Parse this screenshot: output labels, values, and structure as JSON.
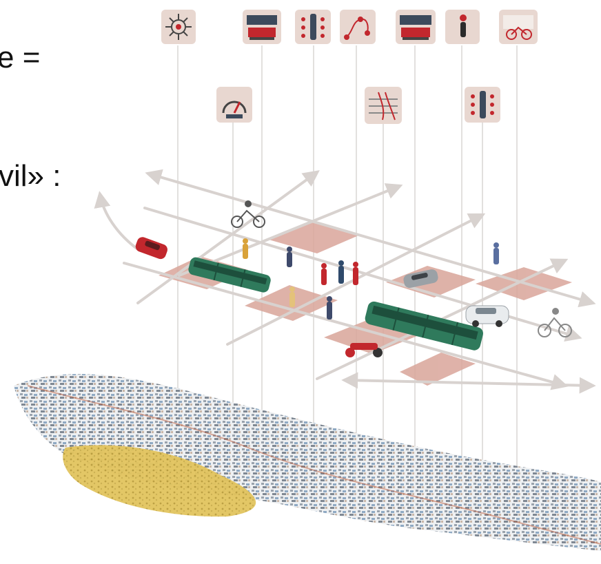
{
  "text_fragments": {
    "line1": "e =",
    "line2": "vil» :"
  },
  "colors": {
    "background": "#ffffff",
    "crossing_pink": "#d9a59a",
    "arrow_grey": "#d8d2cf",
    "tram_green": "#2f7a5c",
    "car_red": "#c2272d",
    "icon_bg": "#e8d7d0",
    "icon_accent": "#c2272d",
    "city_yellow": "#e2c45e",
    "city_grey": "#9aa3ad",
    "city_blue": "#8fa9c3"
  },
  "icons_top_row": [
    "network-gear-icon",
    "tram-station-icon",
    "traffic-light-icon",
    "route-map-icon",
    "tram-station-icon",
    "pedestrian-icon",
    "bicycle-icon"
  ],
  "icons_second_row": [
    "speed-gauge-icon",
    "crossroads-flow-icon",
    "traffic-light-icon"
  ],
  "scene_elements": [
    "tram",
    "tram",
    "red-car",
    "grey-car",
    "white-car",
    "cyclist",
    "cyclist",
    "pedestrians",
    "scooter"
  ]
}
